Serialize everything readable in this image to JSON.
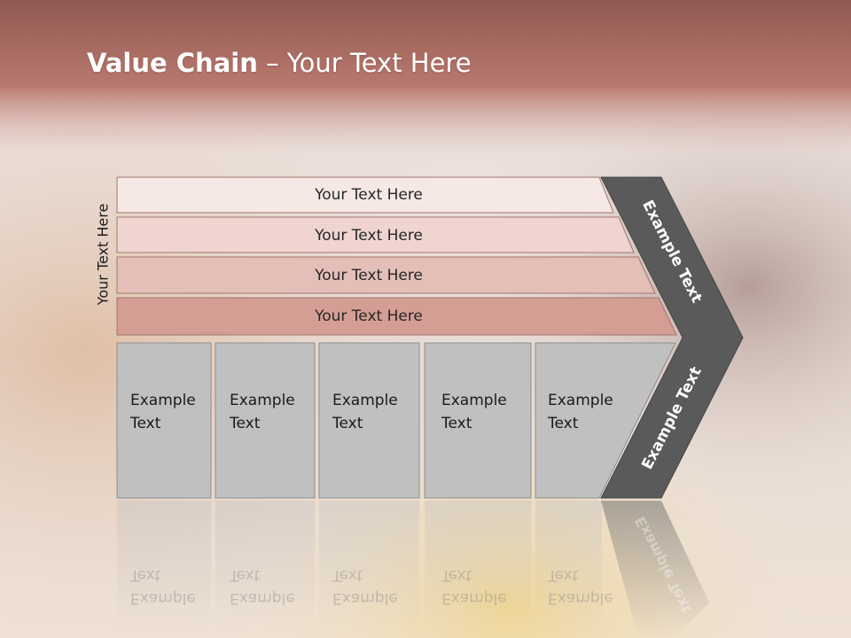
{
  "title": {
    "bold": "Value Chain",
    "rest": " – Your Text Here"
  },
  "side_label": "Your Text Here",
  "bars": [
    {
      "label": "Your Text Here"
    },
    {
      "label": "Your Text Here"
    },
    {
      "label": "Your Text Here"
    },
    {
      "label": "Your Text Here"
    }
  ],
  "columns": [
    {
      "line1": "Example",
      "line2": "Text"
    },
    {
      "line1": "Example",
      "line2": "Text"
    },
    {
      "line1": "Example",
      "line2": "Text"
    },
    {
      "line1": "Example",
      "line2": "Text"
    },
    {
      "line1": "Example",
      "line2": "Text"
    }
  ],
  "chevron": {
    "upper": "Example Text",
    "lower": "Example Text"
  },
  "colors": {
    "header": "#b5766c",
    "bar1": "#f6e8e5",
    "bar2": "#efd4d0",
    "bar3": "#e4bfb8",
    "bar4": "#d59e94",
    "column": "#c0c0c0",
    "chevron": "#5a5a5a"
  }
}
